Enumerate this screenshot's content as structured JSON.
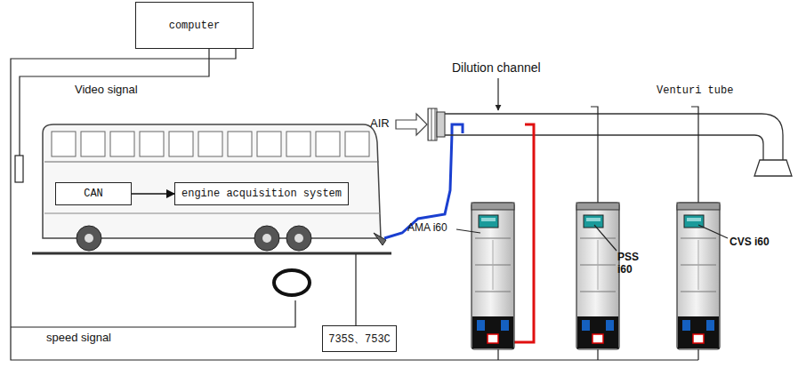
{
  "diagram": {
    "nodes": [
      {
        "text": [
          "computer"
        ]
      },
      {
        "text": [
          "CAN"
        ]
      },
      {
        "text": [
          "engine acquisition system"
        ]
      },
      {
        "text": [
          "735S、753C"
        ]
      }
    ],
    "edges": [
      {
        "from": 1,
        "to": 2,
        "arrow": "to"
      }
    ],
    "labels": [
      "Video signal",
      "AIR",
      "Dilution channel",
      "Venturi tube",
      "AMA i60",
      "PSS i60",
      "CVS i60",
      "speed signal"
    ]
  }
}
